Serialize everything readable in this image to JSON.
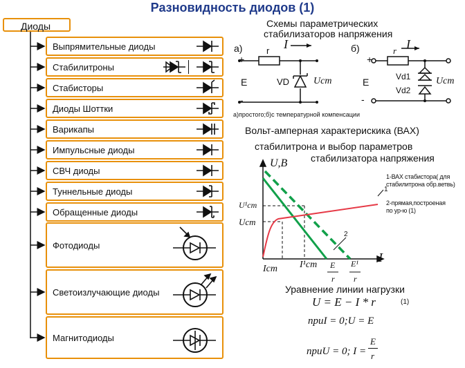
{
  "title": "Разновидность диодов (1)",
  "root_label": "Диоды",
  "diode_types": [
    "Выпрямительные диоды",
    "Стабилитроны",
    "Стабисторы",
    "Диоды Шоттки",
    "Варикапы",
    "Импульсные диоды",
    "СВЧ диоды",
    "Туннельные диоды",
    "Обращенные диоды",
    "Фотодиоды",
    "Светоизлучающие диоды",
    "Магнитодиоды"
  ],
  "schemes": {
    "title_line1": "Схемы параметрических",
    "title_line2": "стабилизаторов напряжения",
    "label_a": "а)",
    "label_b": "б)",
    "r": "r",
    "I": "I",
    "E": "E",
    "vd": "VD",
    "vd1": "Vd1",
    "vd2": "Vd2",
    "u_st": "Uст",
    "plus": "+",
    "minus": "-",
    "caption": "а)простого;б)с температурной компенсации"
  },
  "vax": {
    "title_line1": "Вольт-амперная характерискика (ВАХ)",
    "title_line2": "стабилитрона и выбор параметров",
    "title_line3": "стабилизатора напряжения",
    "y_axis": "U,B",
    "x_axis": "I",
    "u1_st": "U¹cm",
    "u_st": "Ucm",
    "i_st": "Icm",
    "i1_st": "I¹cm",
    "e_over_r": "E",
    "r_den": "r",
    "e1_over_r": "E¹",
    "mark_1": "1",
    "mark_2": "2",
    "legend_1_line1": "1-ВАХ стабистора( для",
    "legend_1_line2": "стабилитрона обр.ветвь)",
    "legend_2_line1": "2-прямая,построеная",
    "legend_2_line2": "по ур-ю (1)",
    "colors": {
      "curve": "#e63946",
      "line_solid": "#11a04a",
      "line_dashed": "#11a04a"
    }
  },
  "equations": {
    "title": "Уравнение линии нагрузки",
    "eq1": "U = E − I * r",
    "eq1_num": "(1)",
    "eq2": "приI = 0;U = E",
    "eq3_prefix": "приU = 0; I =",
    "eq3_num": "E",
    "eq3_den": "r"
  }
}
